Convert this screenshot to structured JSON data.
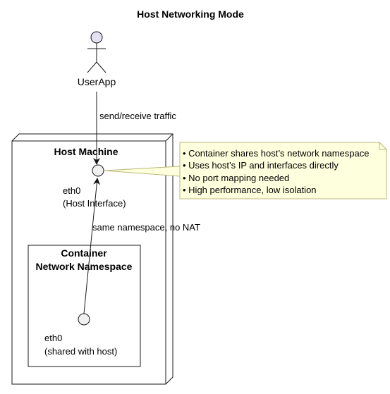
{
  "diagram": {
    "title": "Host Networking Mode",
    "actor": {
      "name": "UserApp"
    },
    "edges": {
      "user_to_host": "send/receive traffic",
      "container_to_host": "same namespace, no NAT"
    },
    "host_node": {
      "title": "Host Machine",
      "interface": {
        "line1": "eth0",
        "line2": "(Host Interface)"
      }
    },
    "container_node": {
      "title_line1": "Container",
      "title_line2": "Network Namespace",
      "interface": {
        "line1": "eth0",
        "line2": "(shared with host)"
      }
    },
    "note": {
      "items": [
        "• Container shares host’s network namespace",
        "• Uses host’s IP and interfaces directly",
        "• No port mapping needed",
        "• High performance, low isolation"
      ]
    }
  },
  "colors": {
    "note_fill": "#FEFFDD",
    "note_border": "#BBB77A",
    "actor_fill": "#E2E2F0",
    "node_fill": "#FFFFFF",
    "stroke": "#181818",
    "interface_fill": "#F1F1F1"
  }
}
